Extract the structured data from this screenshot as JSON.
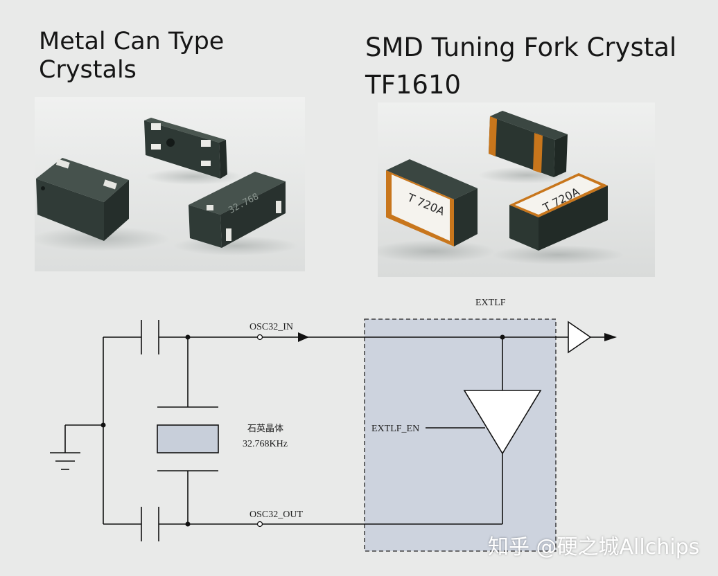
{
  "headings": {
    "left_line1": "Metal Can Type",
    "left_line2": "Crystals",
    "right_line1": "SMD Tuning Fork Crystal",
    "right_line2": "TF1610"
  },
  "photos": {
    "can_marking": "32.768",
    "smd_marking": "T 720A"
  },
  "schematic": {
    "block_label": "EXTLF",
    "input_label": "OSC32_IN",
    "output_label": "OSC32_OUT",
    "enable_label": "EXTLF_EN",
    "crystal_label_cn": "石英晶体",
    "crystal_freq": "32.768KHz"
  },
  "watermark": "知乎 @硬之城Allchips",
  "colors": {
    "background": "#e9eae9",
    "block_fill": "#cdd3de",
    "crystal_fill": "#c8cfda",
    "metal_can_body": "#2f3a36",
    "smd_body": "#2c3732",
    "smd_edge": "#c8761c",
    "smd_label": "#f5f3ee"
  }
}
